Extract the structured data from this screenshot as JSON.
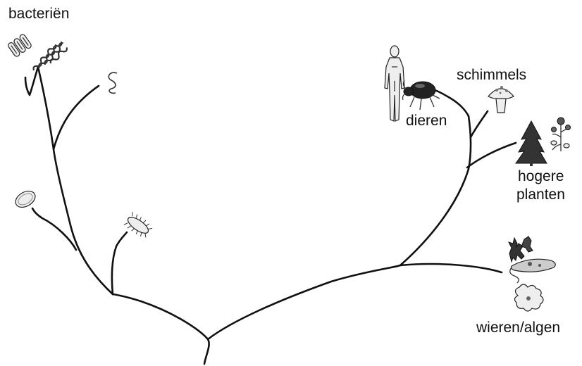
{
  "labels": {
    "bacteria": "bacteriën",
    "fungi": "schimmels",
    "animals": "dieren",
    "plants_line1": "hogere",
    "plants_line2": "planten",
    "algae": "wieren/algen"
  },
  "icons": [
    "rod-bacteria-icon",
    "spirilla-bacteria-icon",
    "spirochete-icon",
    "coccus-bacterium-icon",
    "flagellated-bacterium-icon",
    "human-icon",
    "beetle-icon",
    "mushroom-icon",
    "fir-tree-icon",
    "flowering-plant-icon",
    "seaweed-icon",
    "euglena-icon",
    "amoeba-icon"
  ]
}
